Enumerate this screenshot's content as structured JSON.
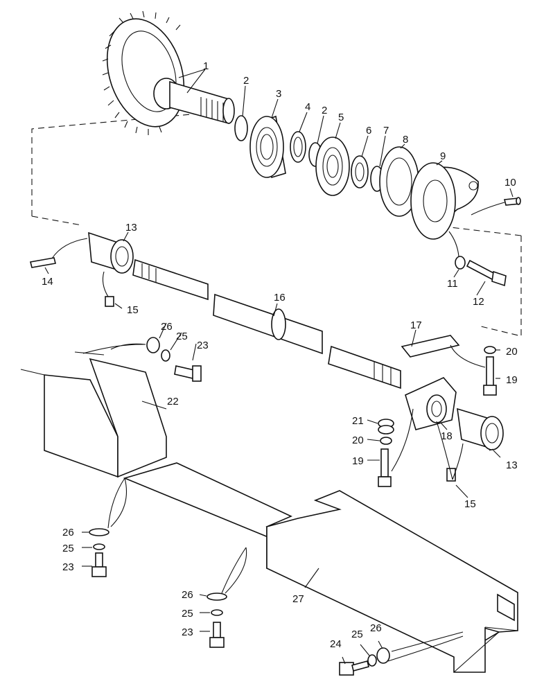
{
  "labels": {
    "p1": "1",
    "p2a": "2",
    "p2b": "2",
    "p3": "3",
    "p4": "4",
    "p5": "5",
    "p6": "6",
    "p7": "7",
    "p8": "8",
    "p9": "9",
    "p10": "10",
    "p11": "11",
    "p12": "12",
    "p13a": "13",
    "p13b": "13",
    "p14": "14",
    "p15a": "15",
    "p15b": "15",
    "p16": "16",
    "p17": "17",
    "p18": "18",
    "p19a": "19",
    "p19b": "19",
    "p20a": "20",
    "p20b": "20",
    "p21": "21",
    "p22": "22",
    "p23a": "23",
    "p23b": "23",
    "p23c": "23",
    "p24": "24",
    "p25a": "25",
    "p25b": "25",
    "p25c": "25",
    "p25d": "25",
    "p26a": "26",
    "p26b": "26",
    "p26c": "26",
    "p26d": "26",
    "p27": "27"
  }
}
